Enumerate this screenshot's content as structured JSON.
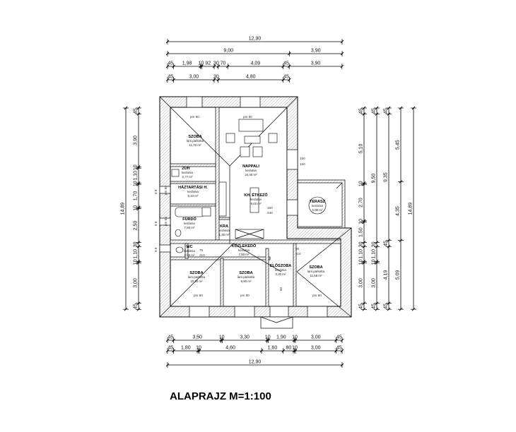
{
  "title": "ALAPRAJZ M=1:100",
  "dimensions": {
    "top": {
      "row1": [
        "12,90"
      ],
      "row2": [
        "9,00",
        "3,90"
      ],
      "row3": [
        "45",
        "1,98",
        "10",
        "92",
        "30",
        "70",
        "4,09",
        "45",
        "3,90"
      ],
      "row4": [
        "45",
        "3,00",
        "30",
        "4,80",
        "45"
      ]
    },
    "bottom": {
      "row1": [
        "45",
        "3,50",
        "10",
        "3,30",
        "10",
        "1,90",
        "10",
        "3,00",
        "45"
      ],
      "row2": [
        "45",
        "1,80",
        "10",
        "4,60",
        "1,60",
        "80",
        "10",
        "3,00",
        "45"
      ],
      "row3": [
        "12,90"
      ]
    },
    "left": {
      "total": [
        "14,89"
      ],
      "chain": [
        "45",
        "3,90",
        "10",
        "1,10",
        "10",
        "1,70",
        "10",
        "2,50",
        "30",
        "1,10",
        "10",
        "3,00",
        "45"
      ]
    },
    "right": {
      "col1": [
        "45",
        "5,10",
        "10",
        "2,70",
        "10",
        "1,50",
        "30",
        "1,10",
        "10",
        "3,00",
        "45"
      ],
      "col2": [
        "45",
        "9,50",
        "30",
        "1,10",
        "10",
        "3,00",
        "45"
      ],
      "col3": [
        "45",
        "9,35",
        "45",
        "4,19",
        "45"
      ],
      "col4": [
        "5,45",
        "4,35",
        "5,09"
      ],
      "total": [
        "14,89"
      ]
    }
  },
  "rooms": {
    "szoba1": {
      "name": "SZOBA",
      "floor": "lam.parketta",
      "area": "11,72 m²"
    },
    "nappali": {
      "name": "NAPPALI",
      "floor": "kerámia",
      "area": "24,46 m²"
    },
    "zuh": {
      "name": "ZUH",
      "floor": "kerámia",
      "area": "2,?? m²"
    },
    "haztartasi": {
      "name": "HÁZTARTÁSI H.",
      "floor": "kerámia",
      "area": "5,10 m²"
    },
    "furdo": {
      "name": "FÜRDŐ",
      "floor": "kerámia",
      "area": "7,50 m²"
    },
    "kamra": {
      "name": "KRA",
      "floor": "kerámia",
      "area": "1,46 m²"
    },
    "etkezo": {
      "name": "KH. ÉTKEZŐ",
      "floor": "kerámia",
      "area": "9,02 m²"
    },
    "terasz": {
      "name": "TERASZ",
      "floor": "kerámia",
      "area": "5,00 m²"
    },
    "wc": {
      "name": "WC",
      "floor": "kerámia",
      "area": "1,06 m²"
    },
    "kozlekedo": {
      "name": "KÖZLEKEDŐ",
      "floor": "kerámia",
      "area": "7,50 m²"
    },
    "szoba2": {
      "name": "SZOBA",
      "floor": "lam.parketta",
      "area": "10,80 m²"
    },
    "szoba3": {
      "name": "SZOBA",
      "floor": "lam.parketta",
      "area": "9,90 m²"
    },
    "eloszoba": {
      "name": "ELŐSZOBA",
      "floor": "kerámia",
      "area": "3,30 m²"
    },
    "szoba4": {
      "name": "SZOBA",
      "floor": "lam.parketta",
      "area": "11,58 m²"
    }
  },
  "annotations": {
    "pm90": "pm 90",
    "pm80": "pm 80",
    "d150": "150",
    "d240": "240",
    "d90": "90",
    "d210": "210",
    "d75": "75",
    "d60": "60",
    "d8": "8 8"
  }
}
